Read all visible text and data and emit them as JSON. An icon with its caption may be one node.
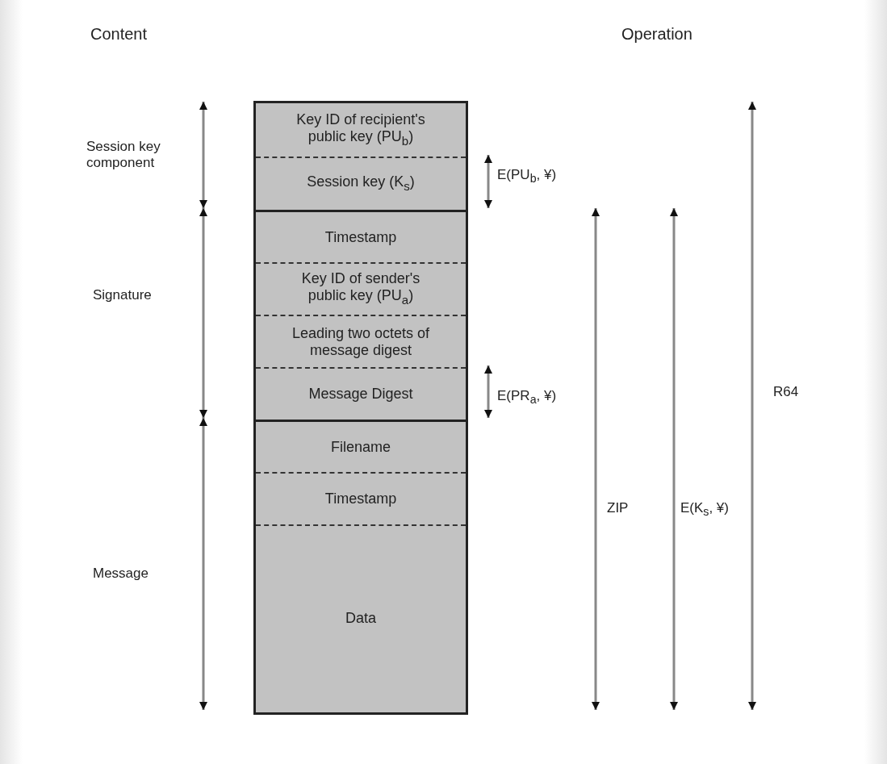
{
  "diagram": {
    "nodes": [
      {
        "text": [
          "Key ID of recipient's public key (PU$_{b}$)"
        ]
      },
      {
        "text": [
          "Session key (K$_{s}$)"
        ]
      },
      {
        "text": [
          "Timestamp"
        ]
      },
      {
        "text": [
          "Key ID of sender's public key (PU$_{a}$)"
        ]
      },
      {
        "text": [
          "Leading two octets of message digest"
        ]
      },
      {
        "text": [
          "Message Digest"
        ]
      },
      {
        "text": [
          "Filename"
        ]
      },
      {
        "text": [
          "Timestamp"
        ]
      },
      {
        "text": [
          "Data"
        ]
      }
    ],
    "labels": [
      "Content",
      "Operation",
      "Session key component",
      "E(PU$_{b}$, ¥)",
      "Signature",
      "E(PR$_{a}$, ¥)",
      "R64",
      "Message",
      "ZIP",
      "E(K$_{s}$, ¥)"
    ]
  }
}
